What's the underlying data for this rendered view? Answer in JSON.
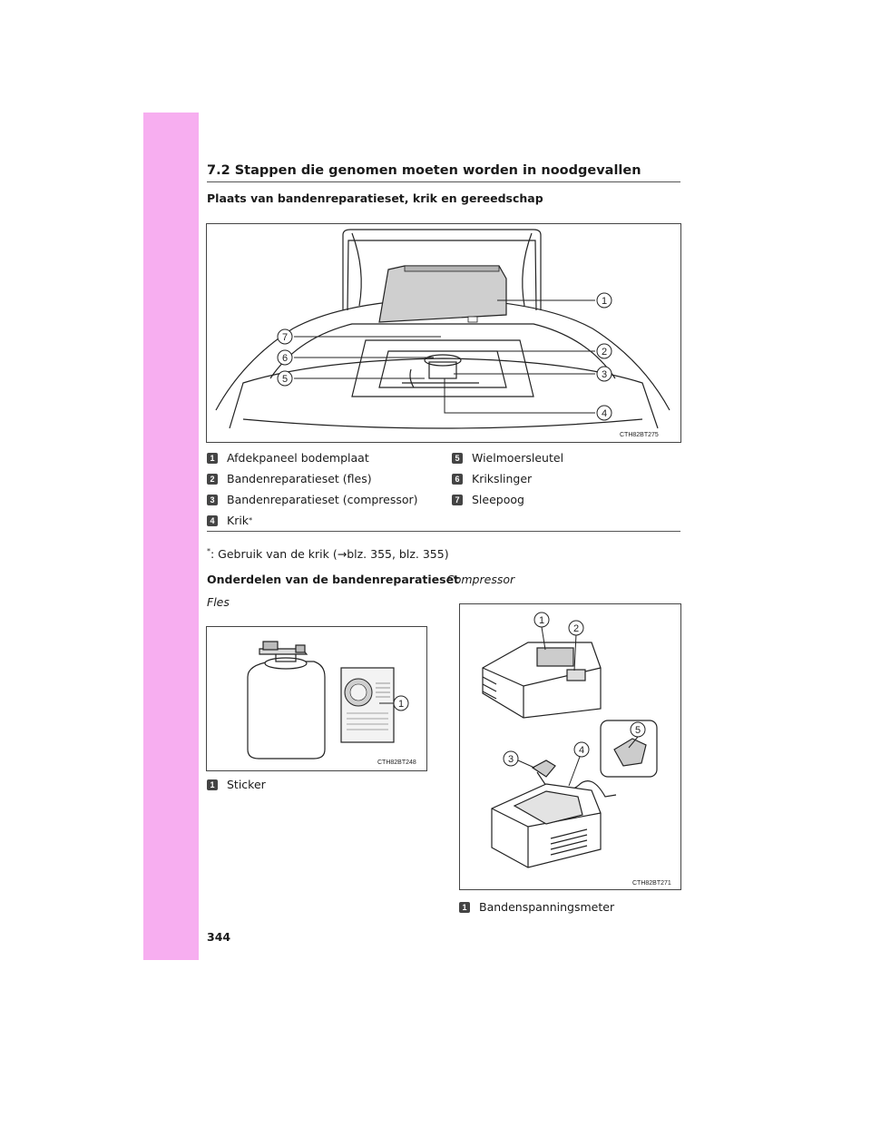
{
  "header": {
    "section_title": "7.2 Stappen die genomen moeten worden in noodgevallen"
  },
  "subtitle": "Plaats van bandenreparatieset, krik en gereedschap",
  "figure_trunk": {
    "code": "CTH82BT275",
    "labels": [
      "1",
      "2",
      "3",
      "4",
      "5",
      "6",
      "7"
    ]
  },
  "legend_left": [
    {
      "num": "1",
      "label": "Afdekpaneel bodemplaat"
    },
    {
      "num": "2",
      "label": "Bandenreparatieset (fles)"
    },
    {
      "num": "3",
      "label": "Bandenreparatieset (compressor)"
    },
    {
      "num": "4",
      "label": "Krik",
      "mark": "*"
    }
  ],
  "legend_right": [
    {
      "num": "5",
      "label": "Wielmoersleutel"
    },
    {
      "num": "6",
      "label": "Krikslinger"
    },
    {
      "num": "7",
      "label": "Sleepoog"
    }
  ],
  "footnote": {
    "mark": "*",
    "text": ": Gebruik van de krik (→blz. 355, blz. 355)"
  },
  "parts_heading": "Onderdelen van de bandenreparatieset",
  "bottle": {
    "heading": "Fles",
    "code": "CTH82BT248",
    "callout": "1",
    "legend": {
      "num": "1",
      "label": "Sticker"
    }
  },
  "compressor": {
    "heading": "Compressor",
    "code": "CTH82BT271",
    "callouts": [
      "1",
      "2",
      "3",
      "4",
      "5"
    ],
    "legend": {
      "num": "1",
      "label": "Bandenspanningsmeter"
    }
  },
  "page_number": "344",
  "colors": {
    "sidebar": "#f7aef0",
    "badge": "#444444"
  }
}
